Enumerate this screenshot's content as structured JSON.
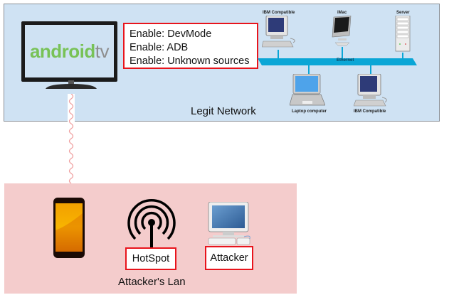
{
  "legit_network": {
    "label": "Legit Network",
    "tv": {
      "brand_main": "android",
      "brand_suffix": "tv"
    },
    "settings_box": {
      "lines": [
        "Enable: DevMode",
        "Enable: ADB",
        "Enable: Unknown sources"
      ]
    },
    "ethernet": {
      "label": "Ethernet",
      "devices": [
        {
          "label": "IBM Compatible",
          "icon": "desktop-computer-icon"
        },
        {
          "label": "iMac",
          "icon": "imac-icon"
        },
        {
          "label": "Server",
          "icon": "server-icon"
        },
        {
          "label": "Laptop computer",
          "icon": "laptop-icon"
        },
        {
          "label": "IBM Compatible",
          "icon": "desktop-computer-icon"
        }
      ]
    }
  },
  "attacker_lan": {
    "label": "Attacker's Lan",
    "phone": {
      "icon": "smartphone-icon"
    },
    "hotspot": {
      "label": "HotSpot",
      "icon": "wireless-antenna-icon"
    },
    "attacker": {
      "label": "Attacker",
      "icon": "desktop-computer-icon"
    }
  },
  "colors": {
    "legit_bg": "#cfe2f3",
    "attacker_bg": "#f4cccc",
    "highlight_border": "#e8141c",
    "ethernet": "#0aa6d6",
    "link_wave": "#f0a0a0"
  }
}
